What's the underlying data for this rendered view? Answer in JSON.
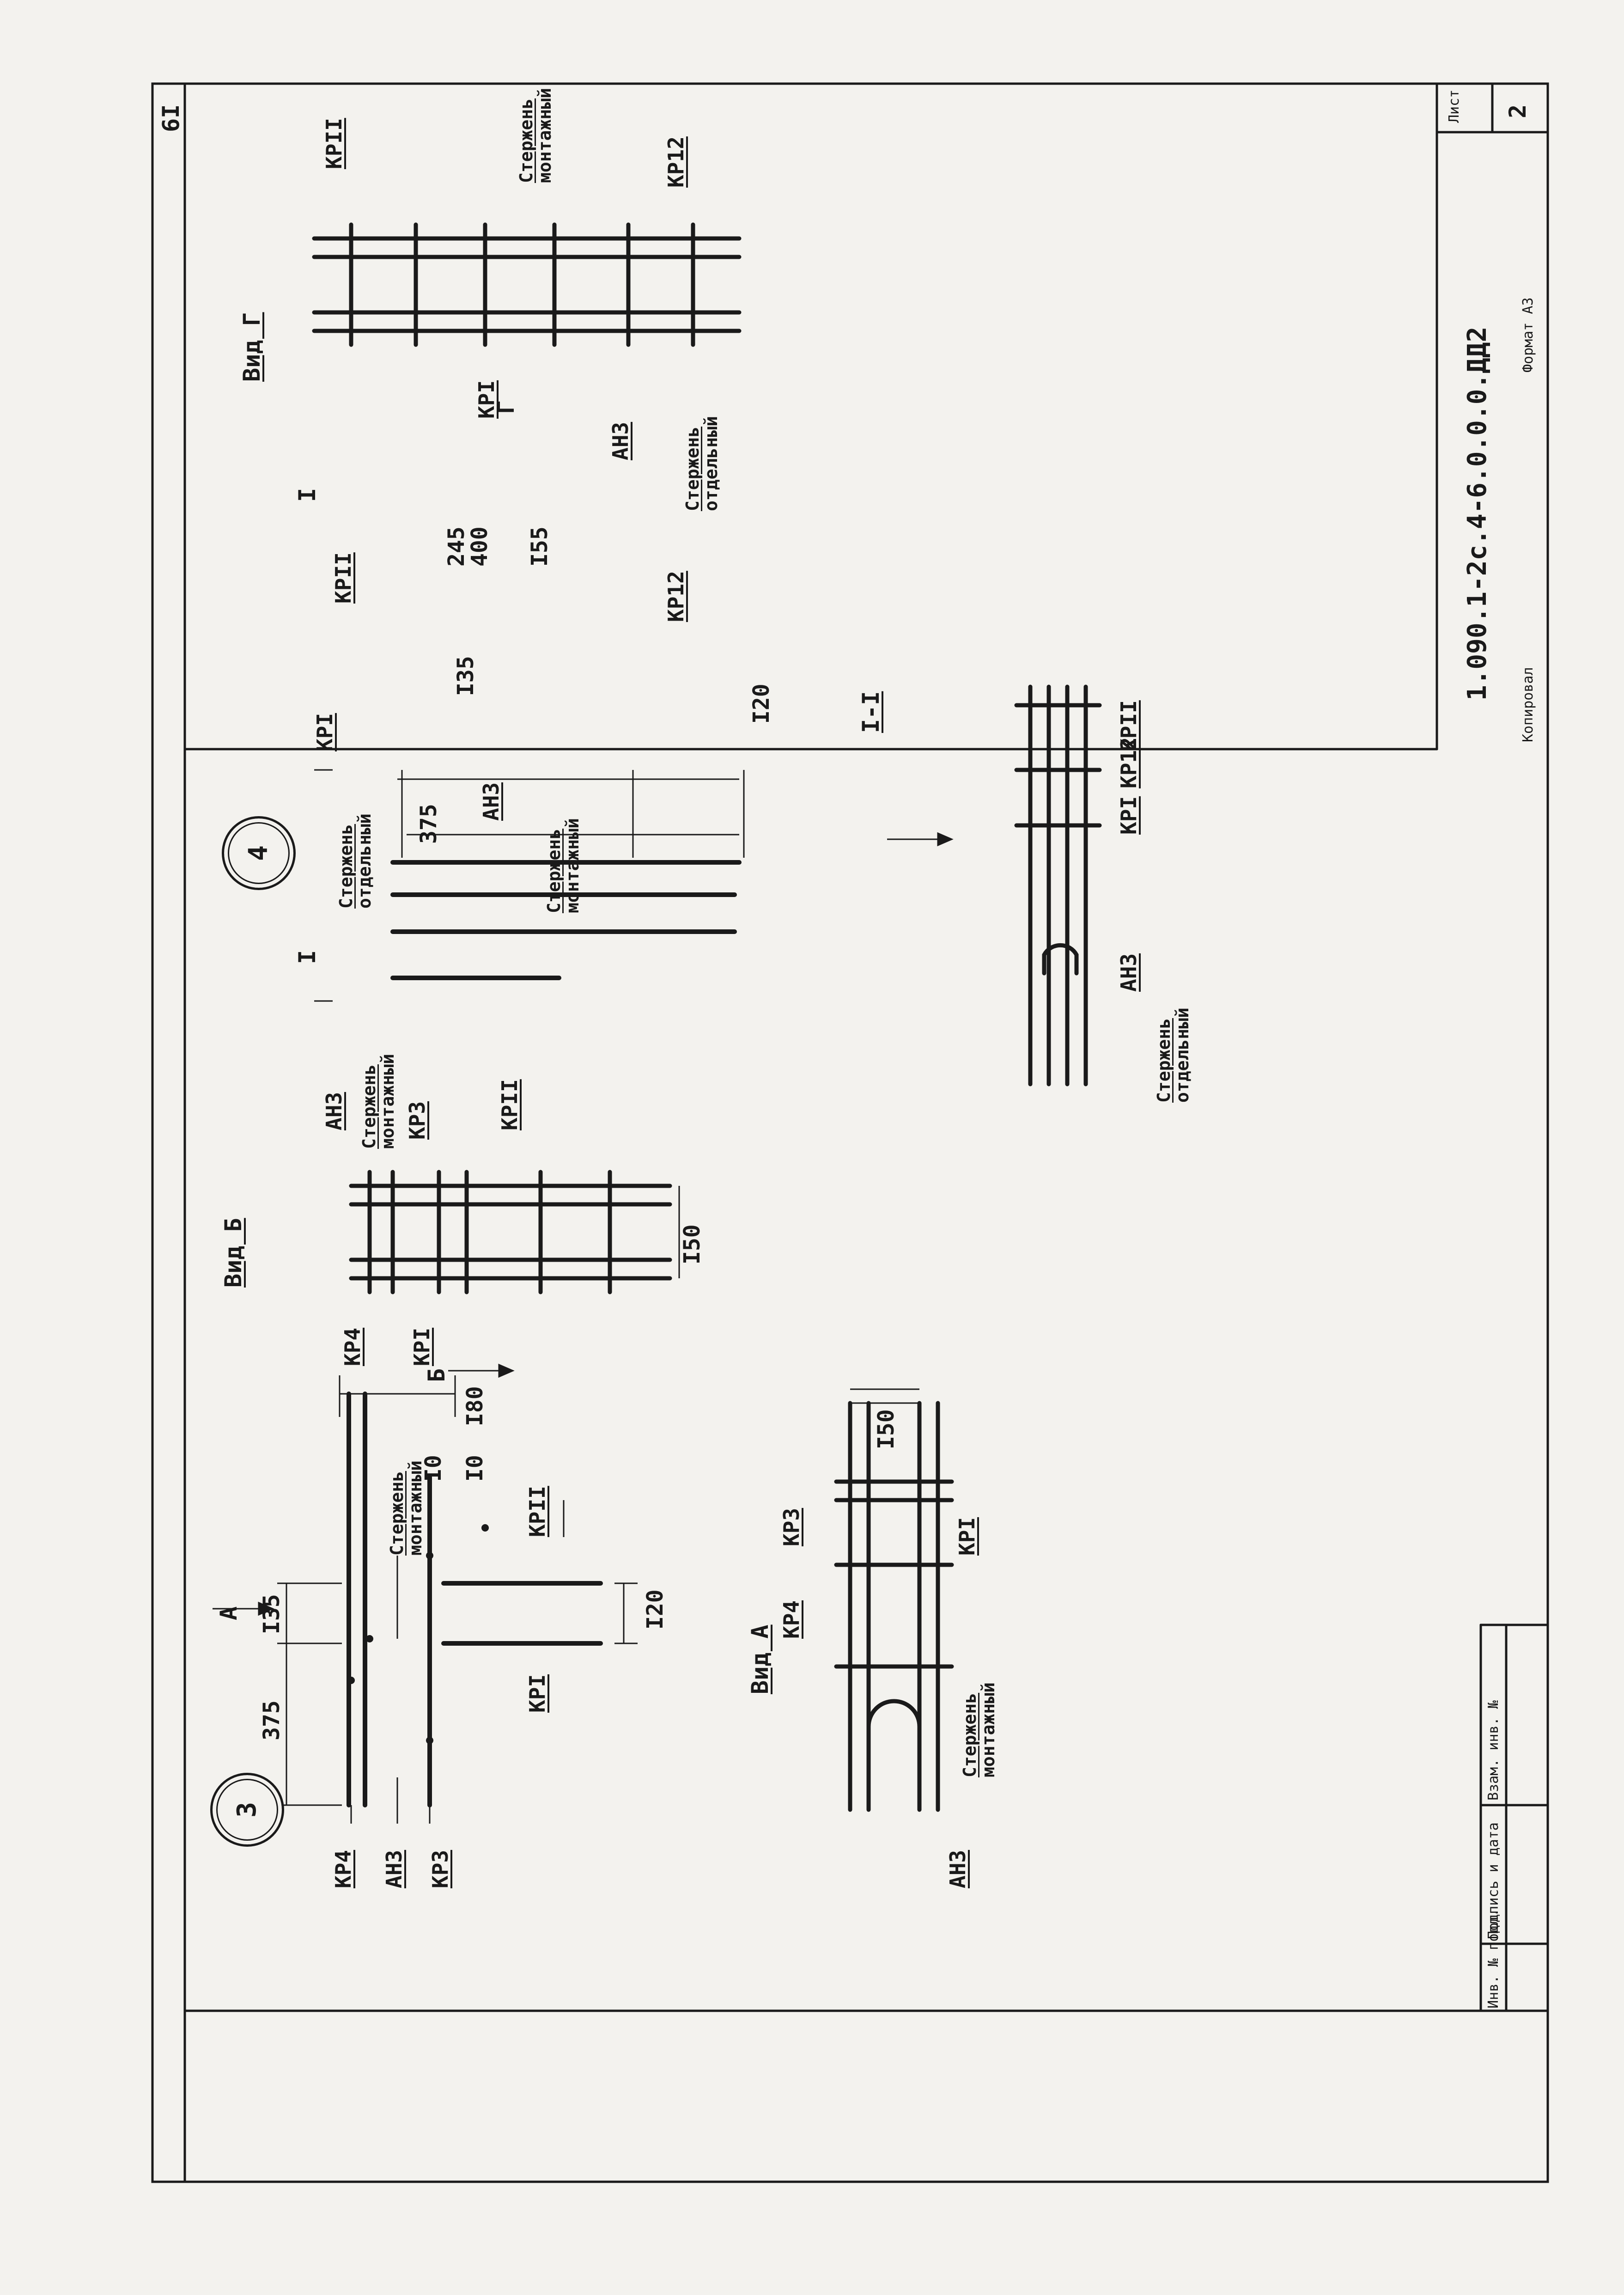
{
  "sheet": {
    "page_number": "6I",
    "doc_code": "1.090.1-2с.4-6.0.0.0.ДД2",
    "sheet_label": "Лист",
    "sheet_number": "2",
    "copied": "Копировал",
    "format": "Формат А3",
    "stamp_cells": [
      "Инв. № подл.",
      "Подпись и дата",
      "Взам. инв. №"
    ]
  },
  "views": {
    "node3": {
      "number": "3",
      "dims": {
        "a": "375",
        "b": "I35",
        "c": "I20",
        "d": "I80",
        "e": "I0",
        "f": "I0"
      },
      "labels": {
        "kr4": "КР4",
        "ah3": "АН3",
        "kr3": "КР3",
        "kri": "КРI",
        "krii": "КРII",
        "rod1": "Стержень",
        "rod2": "монтажный",
        "arrow": "А"
      }
    },
    "viewA": {
      "title": "Вид А",
      "dim": "I50",
      "labels": {
        "kr4": "КР4",
        "kr3": "КР3",
        "kri": "КРI",
        "ah3": "АН3",
        "rod1": "Стержень",
        "rod2": "монтажный"
      }
    },
    "viewB": {
      "title": "Вид Б",
      "dim": "I50",
      "arrow": "Б",
      "labels": {
        "ah3": "АН3",
        "rod1": "Стержень",
        "rod2": "монтажный",
        "kr3": "КР3",
        "krii": "КРII",
        "kr4": "КР4",
        "kri": "КРI"
      }
    },
    "node4": {
      "number": "4",
      "dims": {
        "a": "375",
        "b": "I35",
        "c": "I20",
        "d": "400",
        "e": "245",
        "f": "I55"
      },
      "labels": {
        "kri": "КРI",
        "krii": "КРII",
        "kr12": "КР12",
        "ah3": "АН3",
        "rod_sep1": "Стержень",
        "rod_sep2": "отдельный",
        "rod_mont1": "Стержень",
        "rod_mont2": "монтажный",
        "sec1": "I",
        "sec2": "I"
      }
    },
    "section": {
      "title": "I-I",
      "labels": {
        "kri": "КРI",
        "krii": "КРII",
        "kr12": "КР12",
        "ah3": "АН3",
        "rod_sep1": "Стержень",
        "rod_sep2": "отдельный"
      }
    },
    "viewG": {
      "title": "Вид Г",
      "arrow": "Г",
      "labels": {
        "krii": "КРII",
        "kri": "КРI",
        "kr12": "КР12",
        "ah3": "АН3",
        "rod_mont1": "Стержень",
        "rod_mont2": "монтажный",
        "rod_sep1": "Стержень",
        "rod_sep2": "отдельный"
      }
    }
  },
  "colors": {
    "ink": "#1a1a1a",
    "paper": "#f3f2ee"
  }
}
